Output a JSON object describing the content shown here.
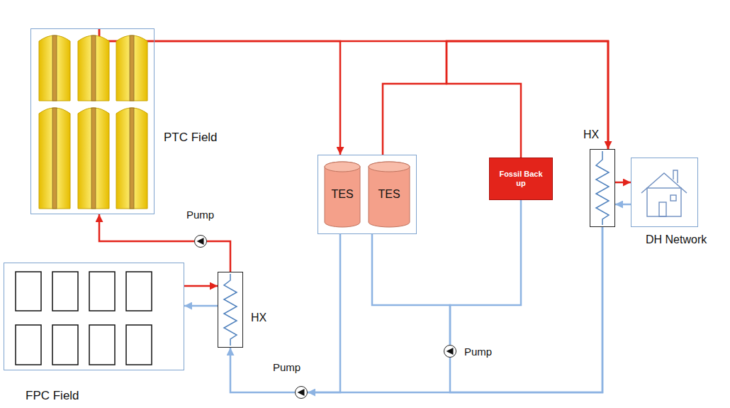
{
  "diagram": {
    "nodes": [
      {
        "text": [
          "PTC Field"
        ]
      },
      {
        "text": []
      },
      {
        "text": [
          "TES"
        ],
        "in": 1
      },
      {
        "text": [
          "TES"
        ],
        "in": 1
      },
      {
        "text": [
          "Fossil Back up"
        ]
      },
      {
        "text": [
          "HX"
        ]
      },
      {
        "text": [
          "DH Network"
        ]
      },
      {
        "text": [
          "Pump"
        ]
      },
      {
        "text": [
          "FPC Field"
        ]
      },
      {
        "text": [
          "HX"
        ]
      },
      {
        "text": [
          "Pump"
        ]
      },
      {
        "text": [
          "Pump"
        ]
      }
    ],
    "edges": [
      {
        "from": 0,
        "to": 1,
        "arrow": "to"
      },
      {
        "from": 0,
        "to": 5,
        "arrow": "to"
      },
      {
        "from": 1,
        "to": 5,
        "arrow": "none"
      },
      {
        "from": 4,
        "to": 5,
        "arrow": "none"
      },
      {
        "from": 5,
        "to": 6,
        "arrow": "to"
      },
      {
        "from": 6,
        "to": 5,
        "arrow": "to"
      },
      {
        "from": 8,
        "to": 9,
        "arrow": "to"
      },
      {
        "from": 9,
        "to": 8,
        "arrow": "to"
      },
      {
        "from": 9,
        "to": 7,
        "arrow": "none"
      },
      {
        "from": 7,
        "to": 0,
        "arrow": "to"
      },
      {
        "from": 5,
        "to": 11,
        "arrow": "none"
      },
      {
        "from": 11,
        "to": 9,
        "arrow": "to"
      },
      {
        "from": 1,
        "to": 11,
        "arrow": "to"
      },
      {
        "from": 5,
        "to": 10,
        "arrow": "none"
      },
      {
        "from": 10,
        "to": 1,
        "arrow": "none"
      },
      {
        "from": 10,
        "to": 4,
        "arrow": "none"
      }
    ]
  }
}
